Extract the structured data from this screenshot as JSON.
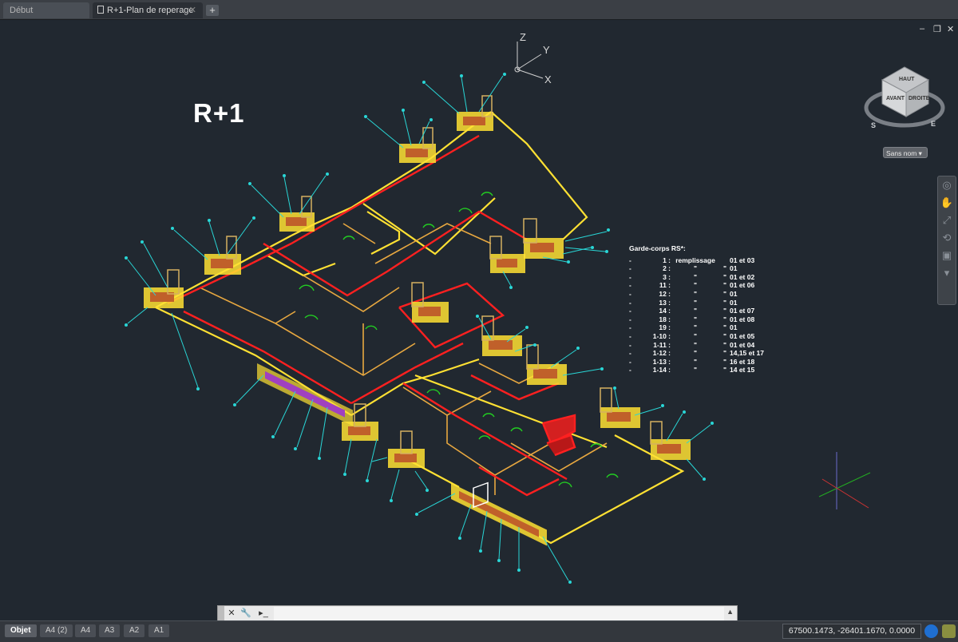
{
  "tabs": {
    "start": "Début",
    "active": "R+1-Plan de reperage",
    "close": "✕",
    "new": "+"
  },
  "window_controls": {
    "minimize": "‒",
    "restore": "❐",
    "close": "✕"
  },
  "ucs_labels": {
    "z": "Z",
    "y": "Y",
    "x": "X"
  },
  "viewcube": {
    "top": "HAUT",
    "front": "AVANT",
    "right": "DROITE",
    "south": "S",
    "east": "E"
  },
  "named_view": "Sans nom",
  "drawing": {
    "title": "R+1",
    "legend": {
      "title": "Garde-corps RS*:",
      "rows": [
        {
          "num": "1 :",
          "type": "remplissage",
          "ditto": "",
          "sheets": "01 et 03"
        },
        {
          "num": "2 :",
          "type": "\"",
          "ditto": "\"",
          "sheets": "01"
        },
        {
          "num": "3 :",
          "type": "\"",
          "ditto": "\"",
          "sheets": "01 et 02"
        },
        {
          "num": "11 :",
          "type": "\"",
          "ditto": "\"",
          "sheets": "01 et 06"
        },
        {
          "num": "12 :",
          "type": "\"",
          "ditto": "\"",
          "sheets": "01"
        },
        {
          "num": "13 :",
          "type": "\"",
          "ditto": "\"",
          "sheets": "01"
        },
        {
          "num": "14 :",
          "type": "\"",
          "ditto": "\"",
          "sheets": "01 et 07"
        },
        {
          "num": "18 :",
          "type": "\"",
          "ditto": "\"",
          "sheets": "01 et 08"
        },
        {
          "num": "19 :",
          "type": "\"",
          "ditto": "\"",
          "sheets": "01"
        },
        {
          "num": "1-10 :",
          "type": "\"",
          "ditto": "\"",
          "sheets": "01 et 05"
        },
        {
          "num": "1-11 :",
          "type": "\"",
          "ditto": "\"",
          "sheets": "01 et 04"
        },
        {
          "num": "1-12 :",
          "type": "\"",
          "ditto": "\"",
          "sheets": "14,15 et 17"
        },
        {
          "num": "1-13 :",
          "type": "\"",
          "ditto": "\"",
          "sheets": "16 et 18"
        },
        {
          "num": "1-14 :",
          "type": "\"",
          "ditto": "\"",
          "sheets": "14 et 15"
        }
      ]
    }
  },
  "command_line": {
    "placeholder": ""
  },
  "layout_tabs": [
    "Objet",
    "A4 (2)",
    "A4",
    "A3",
    "A2",
    "A1"
  ],
  "status": {
    "coordinates": "67500.1473, -26401.1670, 0.0000"
  },
  "colors": {
    "background": "#212830",
    "yellow": "#ffe133",
    "red": "#ff2020",
    "orange": "#e0a030",
    "cyan": "#29d6d6",
    "green": "#22cc22"
  }
}
